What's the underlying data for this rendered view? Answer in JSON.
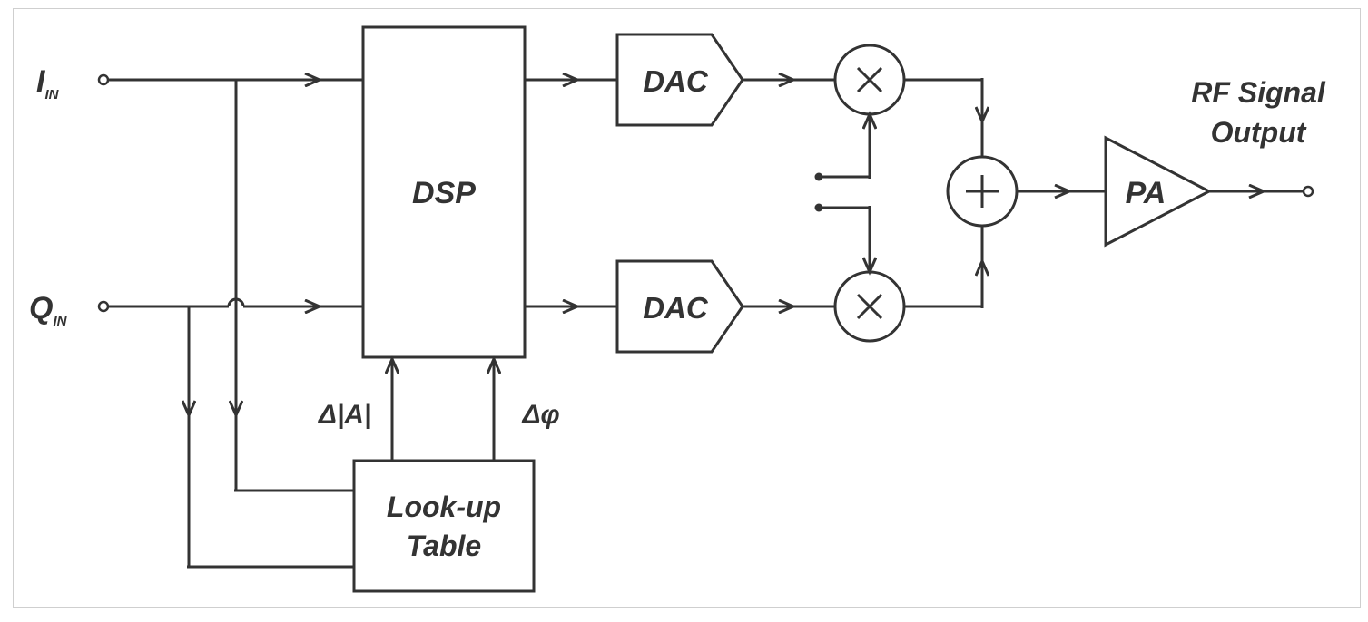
{
  "inputs": {
    "i_main": "I",
    "i_sub": "IN",
    "q_main": "Q",
    "q_sub": "IN"
  },
  "blocks": {
    "dsp": "DSP",
    "dac_top": "DAC",
    "dac_bottom": "DAC",
    "lut_line1": "Look-up",
    "lut_line2": "Table",
    "pa": "PA"
  },
  "signals": {
    "delta_a": "Δ|A|",
    "delta_phi": "Δφ"
  },
  "output": {
    "line1": "RF Signal",
    "line2": "Output"
  },
  "colors": {
    "stroke": "#333333",
    "frame": "#cfcfcf",
    "background": "#ffffff"
  }
}
